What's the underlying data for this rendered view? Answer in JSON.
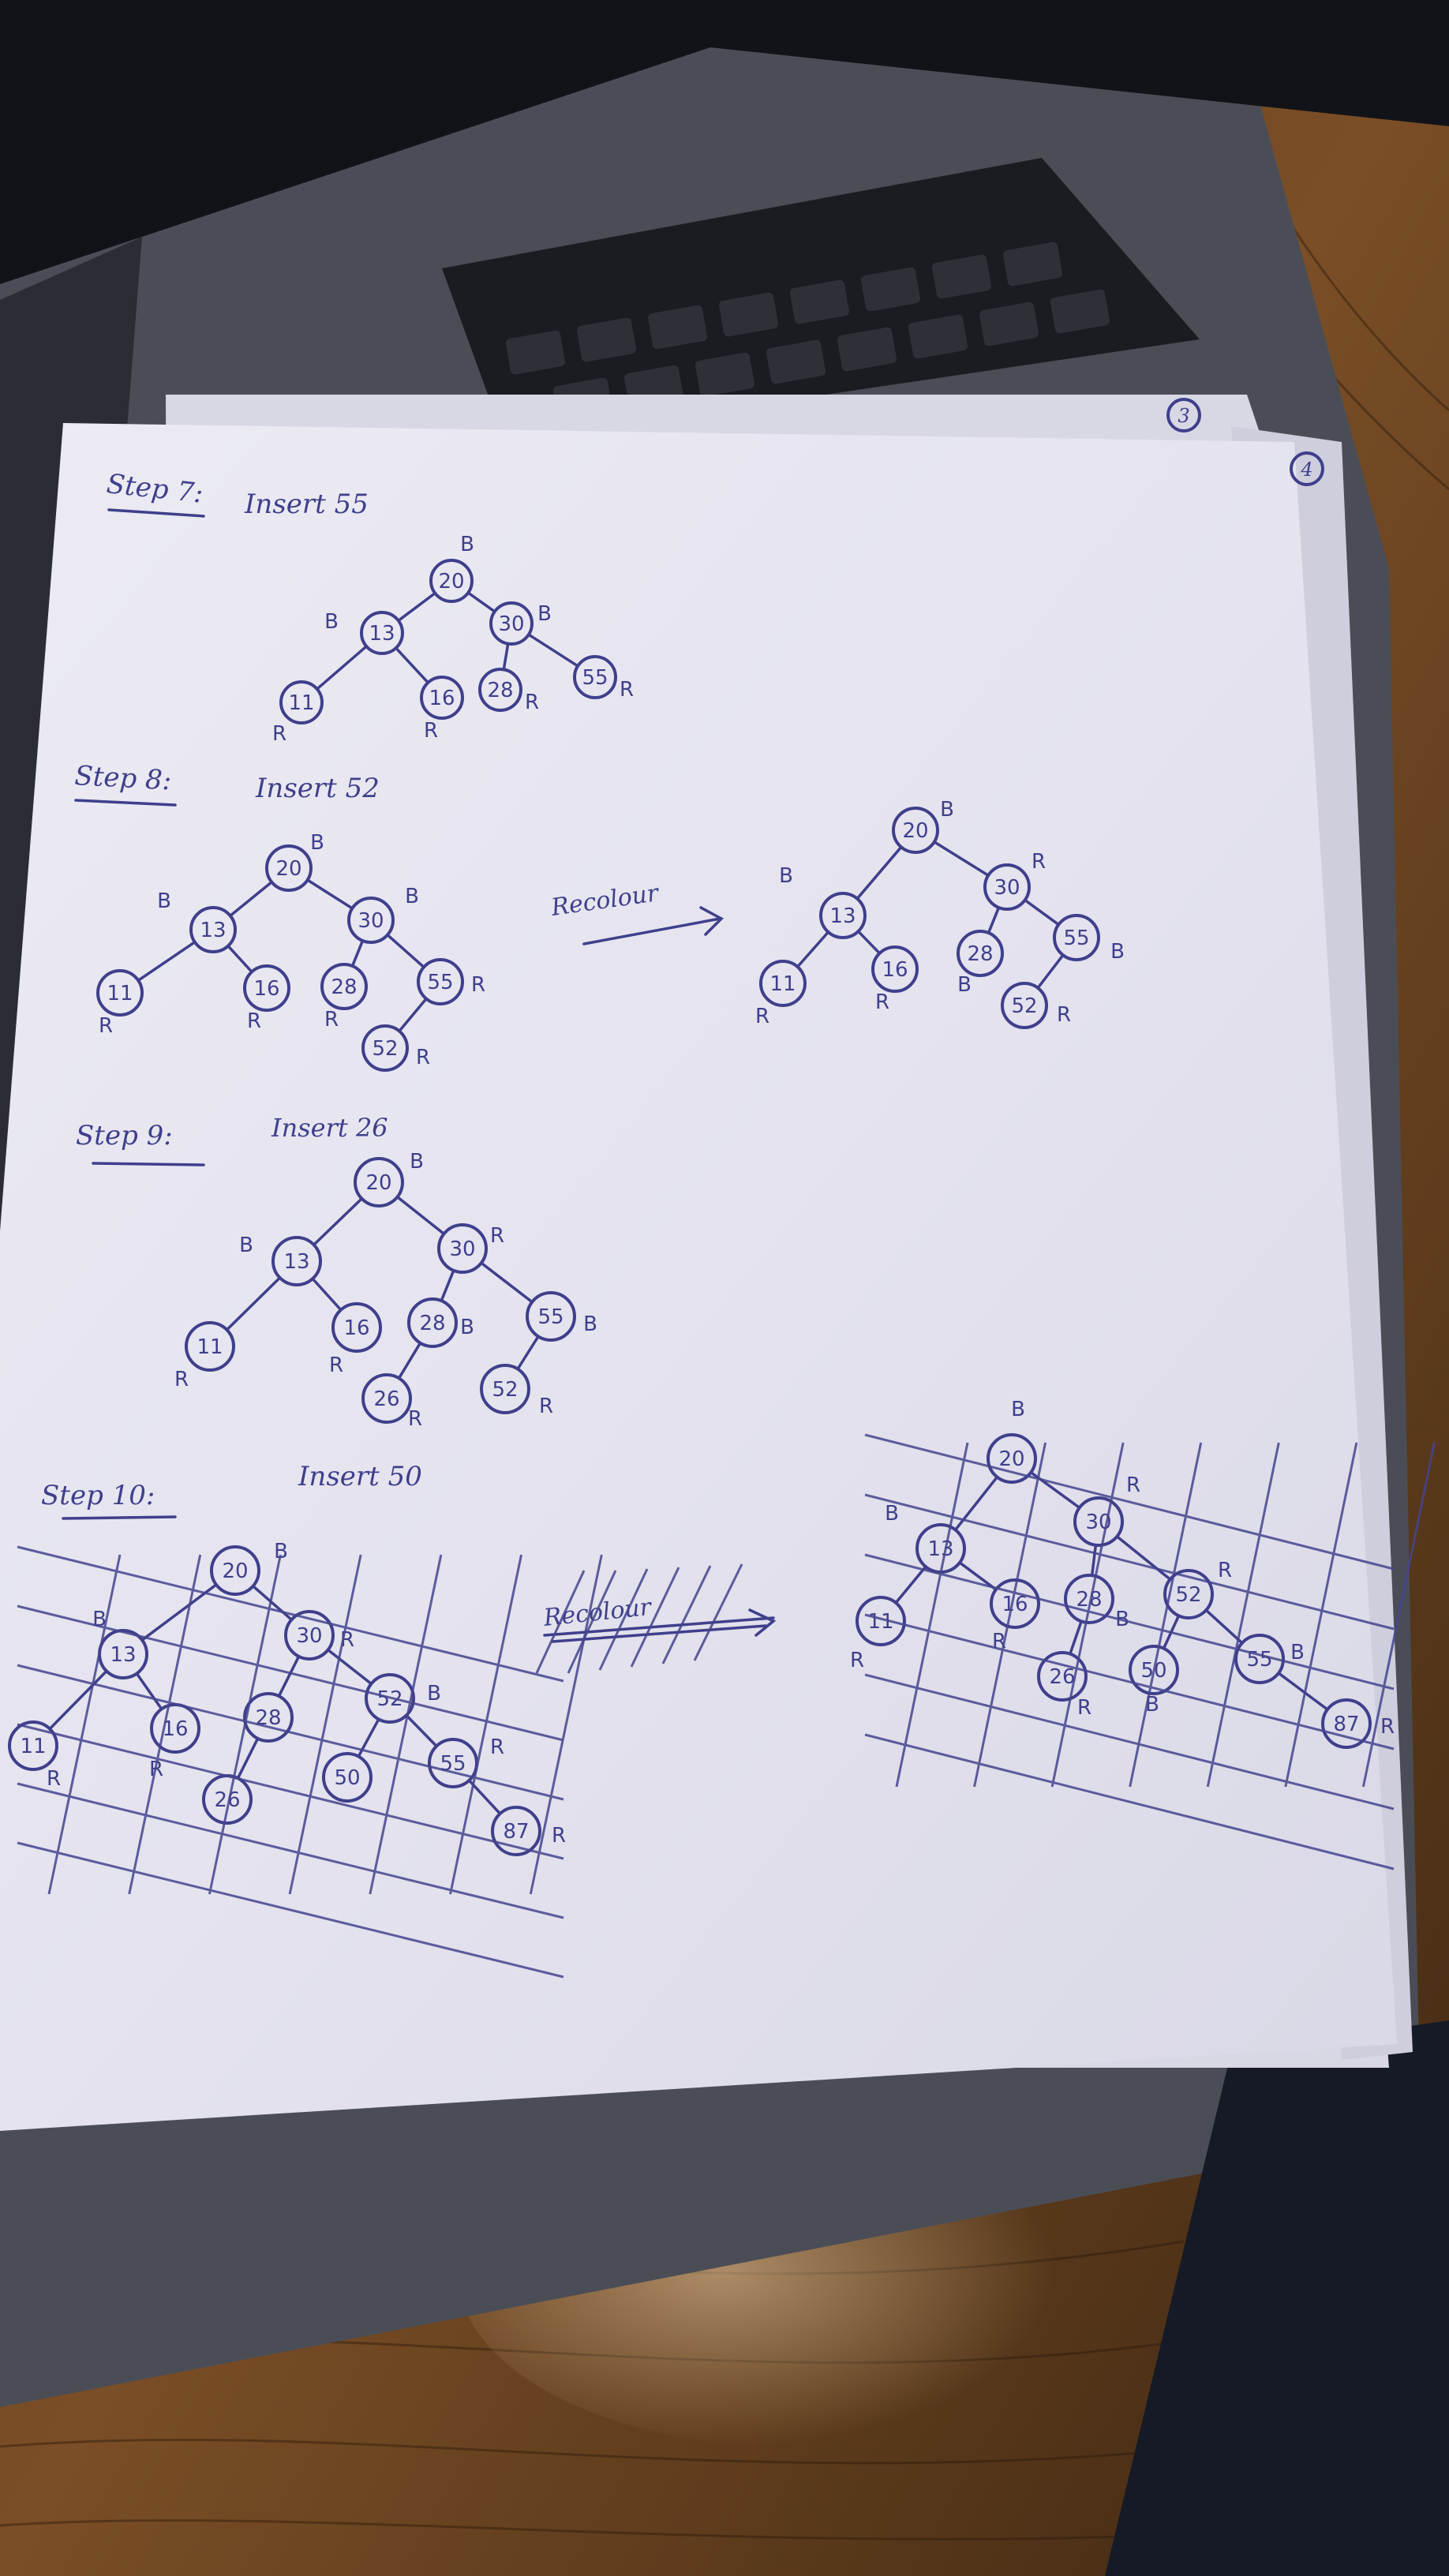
{
  "page_numbers": [
    "3",
    "4"
  ],
  "steps": [
    {
      "heading": "Step 7:",
      "action": "Insert 55",
      "trees": [
        {
          "nodes": [
            {
              "id": "a",
              "key": "20",
              "color": "B"
            },
            {
              "id": "b",
              "key": "13",
              "color": "B"
            },
            {
              "id": "c",
              "key": "30",
              "color": "B"
            },
            {
              "id": "d",
              "key": "11",
              "color": "R"
            },
            {
              "id": "e",
              "key": "16",
              "color": "R"
            },
            {
              "id": "f",
              "key": "28",
              "color": "R"
            },
            {
              "id": "g",
              "key": "55",
              "color": "R"
            }
          ],
          "edges": [
            [
              "a",
              "b"
            ],
            [
              "a",
              "c"
            ],
            [
              "b",
              "d"
            ],
            [
              "b",
              "e"
            ],
            [
              "c",
              "f"
            ],
            [
              "c",
              "g"
            ]
          ]
        }
      ]
    },
    {
      "heading": "Step 8:",
      "action": "Insert 52",
      "arrow_label": "Recolour",
      "trees": [
        {
          "nodes": [
            {
              "id": "a",
              "key": "20",
              "color": "B"
            },
            {
              "id": "b",
              "key": "13",
              "color": "B"
            },
            {
              "id": "c",
              "key": "30",
              "color": "B"
            },
            {
              "id": "d",
              "key": "11",
              "color": "R"
            },
            {
              "id": "e",
              "key": "16",
              "color": "R"
            },
            {
              "id": "f",
              "key": "28",
              "color": "R"
            },
            {
              "id": "g",
              "key": "55",
              "color": "R"
            },
            {
              "id": "h",
              "key": "52",
              "color": "R"
            }
          ],
          "edges": [
            [
              "a",
              "b"
            ],
            [
              "a",
              "c"
            ],
            [
              "b",
              "d"
            ],
            [
              "b",
              "e"
            ],
            [
              "c",
              "f"
            ],
            [
              "c",
              "g"
            ],
            [
              "g",
              "h"
            ]
          ]
        },
        {
          "nodes": [
            {
              "id": "a",
              "key": "20",
              "color": "B"
            },
            {
              "id": "b",
              "key": "13",
              "color": "B"
            },
            {
              "id": "c",
              "key": "30",
              "color": "R"
            },
            {
              "id": "d",
              "key": "11",
              "color": "R"
            },
            {
              "id": "e",
              "key": "16",
              "color": "R"
            },
            {
              "id": "f",
              "key": "28",
              "color": "B"
            },
            {
              "id": "g",
              "key": "55",
              "color": "B"
            },
            {
              "id": "h",
              "key": "52",
              "color": "R"
            }
          ],
          "edges": [
            [
              "a",
              "b"
            ],
            [
              "a",
              "c"
            ],
            [
              "b",
              "d"
            ],
            [
              "b",
              "e"
            ],
            [
              "c",
              "f"
            ],
            [
              "c",
              "g"
            ],
            [
              "g",
              "h"
            ]
          ]
        }
      ]
    },
    {
      "heading": "Step 9:",
      "action": "Insert 26",
      "trees": [
        {
          "nodes": [
            {
              "id": "a",
              "key": "20",
              "color": "B"
            },
            {
              "id": "b",
              "key": "13",
              "color": "B"
            },
            {
              "id": "c",
              "key": "30",
              "color": "R"
            },
            {
              "id": "d",
              "key": "11",
              "color": "R"
            },
            {
              "id": "e",
              "key": "16",
              "color": "R"
            },
            {
              "id": "f",
              "key": "28",
              "color": "B"
            },
            {
              "id": "g",
              "key": "55",
              "color": "B"
            },
            {
              "id": "h",
              "key": "26",
              "color": "R"
            },
            {
              "id": "i",
              "key": "52",
              "color": "R"
            }
          ],
          "edges": [
            [
              "a",
              "b"
            ],
            [
              "a",
              "c"
            ],
            [
              "b",
              "d"
            ],
            [
              "b",
              "e"
            ],
            [
              "c",
              "f"
            ],
            [
              "c",
              "g"
            ],
            [
              "f",
              "h"
            ],
            [
              "g",
              "i"
            ]
          ]
        }
      ]
    },
    {
      "heading": "Step 10:",
      "action": "Insert 50",
      "arrow_label": "Recolour",
      "trees": [
        {
          "crossed": true,
          "nodes": [
            {
              "id": "a",
              "key": "20",
              "color": "B"
            },
            {
              "id": "b",
              "key": "13",
              "color": "B"
            },
            {
              "id": "c",
              "key": "30",
              "color": "R"
            },
            {
              "id": "d",
              "key": "11",
              "color": "R"
            },
            {
              "id": "e",
              "key": "16",
              "color": "R"
            },
            {
              "id": "f",
              "key": "28",
              "color": ""
            },
            {
              "id": "g",
              "key": "52",
              "color": "B"
            },
            {
              "id": "h",
              "key": "26",
              "color": ""
            },
            {
              "id": "i",
              "key": "50",
              "color": ""
            },
            {
              "id": "j",
              "key": "55",
              "color": "R"
            },
            {
              "id": "k",
              "key": "87",
              "color": "R"
            }
          ],
          "edges": [
            [
              "a",
              "b"
            ],
            [
              "a",
              "c"
            ],
            [
              "b",
              "d"
            ],
            [
              "b",
              "e"
            ],
            [
              "c",
              "f"
            ],
            [
              "c",
              "g"
            ],
            [
              "f",
              "h"
            ],
            [
              "g",
              "i"
            ],
            [
              "g",
              "j"
            ],
            [
              "j",
              "k"
            ]
          ]
        },
        {
          "crossed": true,
          "nodes": [
            {
              "id": "a",
              "key": "20",
              "color": "B"
            },
            {
              "id": "b",
              "key": "13",
              "color": "B"
            },
            {
              "id": "c",
              "key": "30",
              "color": "R"
            },
            {
              "id": "d",
              "key": "11",
              "color": "R"
            },
            {
              "id": "e",
              "key": "16",
              "color": "R"
            },
            {
              "id": "f",
              "key": "28",
              "color": "B"
            },
            {
              "id": "g",
              "key": "52",
              "color": "R"
            },
            {
              "id": "h",
              "key": "26",
              "color": "R"
            },
            {
              "id": "i",
              "key": "50",
              "color": "B"
            },
            {
              "id": "j",
              "key": "55",
              "color": "B"
            },
            {
              "id": "k",
              "key": "87",
              "color": "R"
            }
          ],
          "edges": [
            [
              "a",
              "b"
            ],
            [
              "a",
              "c"
            ],
            [
              "b",
              "d"
            ],
            [
              "b",
              "e"
            ],
            [
              "c",
              "f"
            ],
            [
              "c",
              "g"
            ],
            [
              "f",
              "h"
            ],
            [
              "g",
              "i"
            ],
            [
              "g",
              "j"
            ],
            [
              "j",
              "k"
            ]
          ]
        }
      ]
    }
  ]
}
